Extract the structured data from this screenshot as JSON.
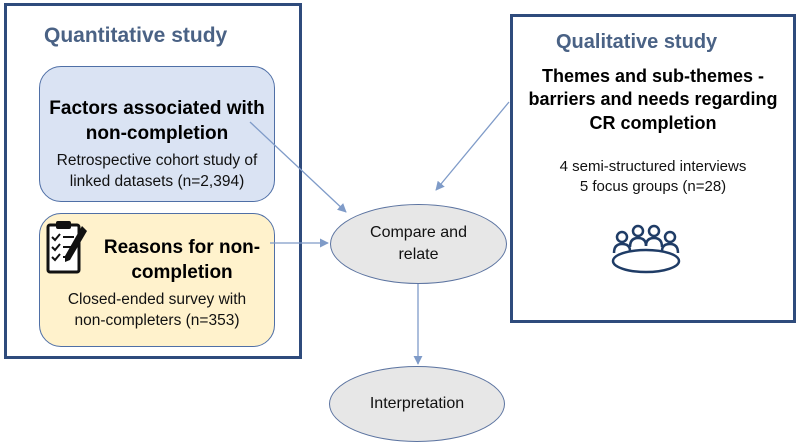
{
  "quantitative": {
    "title": "Quantitative study",
    "factors_box": {
      "heading_line1": "Factors associated with",
      "heading_line2": "non-completion",
      "body_line1": "Retrospective cohort study of",
      "body_line2": "linked datasets (n=2,394)"
    },
    "reasons_box": {
      "heading_line1": "Reasons for non-",
      "heading_line2": "completion",
      "body_line1": "Closed-ended survey with",
      "body_line2": "non-completers (n=353)",
      "icon": "clipboard-checklist-icon"
    }
  },
  "qualitative": {
    "title": "Qualitative study",
    "heading_line1": "Themes and sub-themes -",
    "heading_line2": "barriers and needs regarding",
    "heading_line3": "CR completion",
    "body_line1": "4 semi-structured interviews",
    "body_line2": "5 focus groups (n=28)",
    "icon": "focus-group-table-icon"
  },
  "compare_node": {
    "line1": "Compare and",
    "line2": "relate"
  },
  "interpretation_node": {
    "label": "Interpretation"
  },
  "colors": {
    "frame_border": "#2f4b7c",
    "frame_title": "#4a6285",
    "factors_fill": "#dae3f3",
    "reasons_fill": "#fff2cc",
    "oval_fill": "#e7e7e7",
    "arrow": "#7f9bc8"
  }
}
